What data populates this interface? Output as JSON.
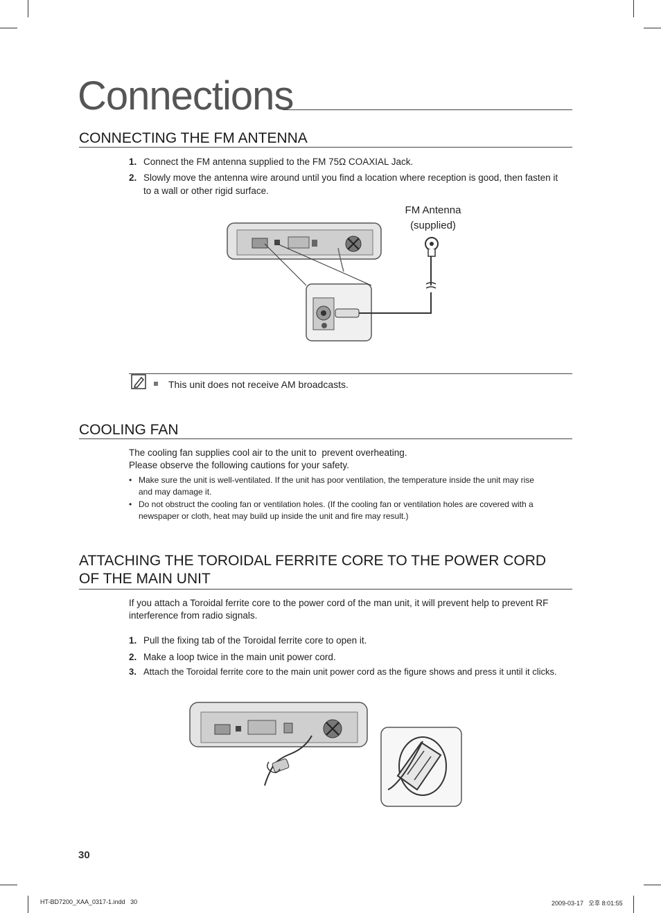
{
  "page": {
    "title": "Connections",
    "page_number": "30",
    "footer_left": "HT-BD7200_XAA_0317-1.indd   30",
    "footer_right": "2009-03-17   오후 8:01:55"
  },
  "fm_antenna": {
    "heading": "CONNECTING THE FM ANTENNA",
    "steps": [
      {
        "num": "1.",
        "text": "Connect the FM antenna supplied to the FM 75Ω COAXIAL Jack."
      },
      {
        "num": "2.",
        "text_line1": "Slowly move the antenna wire around until you find a location where reception is good, then fasten it",
        "text_line2": "to a wall or other rigid surface."
      }
    ],
    "figure_label_line1": "FM Antenna",
    "figure_label_line2": "(supplied)",
    "note": "This unit does not receive AM broadcasts."
  },
  "cooling_fan": {
    "heading": "COOLING FAN",
    "intro_line1": "The cooling fan supplies cool air to the unit to  prevent overheating.",
    "intro_line2": "Please observe the following cautions for your safety.",
    "bullets": [
      {
        "line1": "Make sure the unit is well-ventilated. If the unit has poor ventilation, the temperature inside the unit may rise",
        "line2": "and may damage it."
      },
      {
        "line1": "Do not obstruct the cooling fan or ventilation holes. (If the cooling fan or ventilation holes are covered with a",
        "line2": "newspaper or cloth, heat may build up inside the unit and fire may result.)"
      }
    ]
  },
  "ferrite": {
    "heading_line1": "ATTACHING THE TOROIDAL FERRITE CORE TO THE POWER CORD",
    "heading_line2": "OF THE MAIN UNIT",
    "intro_line1": "If you attach a Toroidal ferrite core to the power cord of the man unit, it will prevent help to prevent RF",
    "intro_line2": "interference from radio signals.",
    "steps": [
      {
        "num": "1.",
        "text": "Pull the fixing tab of the Toroidal ferrite core to open it."
      },
      {
        "num": "2.",
        "text": "Make a loop twice in the main unit power cord."
      },
      {
        "num": "3.",
        "text": "Attach the Toroidal ferrite core to the main unit power cord as the figure shows and press it until it clicks."
      }
    ]
  },
  "icons": [
    "note-pencil-icon",
    "note-bullet-icon"
  ]
}
